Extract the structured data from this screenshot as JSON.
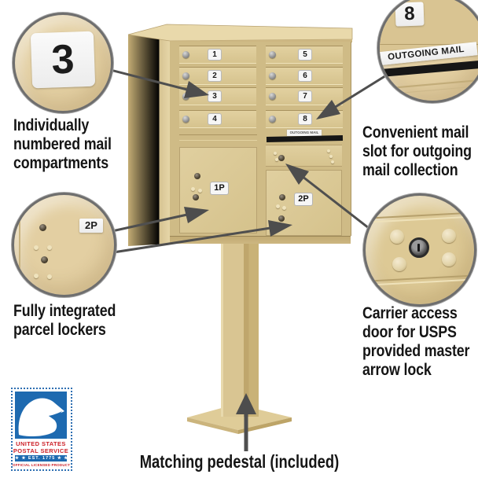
{
  "colors": {
    "tan": "#e3cfa2",
    "cab": "#d9c795",
    "arrow": "#4d4d4d",
    "uspsBlue": "#1e6ab0",
    "uspsRed": "#cc2229",
    "ink": "#151515"
  },
  "unit": {
    "doors": [
      "1",
      "2",
      "3",
      "4",
      "5",
      "6",
      "7",
      "8"
    ],
    "parcel_doors": [
      "1P",
      "2P"
    ],
    "outgoing_slot_label": "OUTGOING MAIL"
  },
  "callouts": {
    "compartment_number": "3",
    "door_number": "8",
    "outgoing_mail": "OUTGOING MAIL",
    "parcel_label": "2P"
  },
  "captions": {
    "numbered": {
      "lines": [
        "Individually",
        "numbered mail",
        "compartments"
      ]
    },
    "outgoing": {
      "lines": [
        "Convenient mail",
        "slot for outgoing",
        "mail collection"
      ]
    },
    "parcel": {
      "lines": [
        "Fully integrated",
        "parcel lockers"
      ]
    },
    "carrier": {
      "lines": [
        "Carrier access",
        "door for USPS",
        "provided master",
        "arrow lock"
      ]
    },
    "pedestal": "Matching pedestal (included)"
  },
  "stamp": {
    "line1": "UNITED STATES",
    "line2": "POSTAL SERVICE",
    "banner": "★ ★ EST. 1775 ★ ★",
    "footer": "OFFICIAL LICENSED PRODUCT"
  }
}
